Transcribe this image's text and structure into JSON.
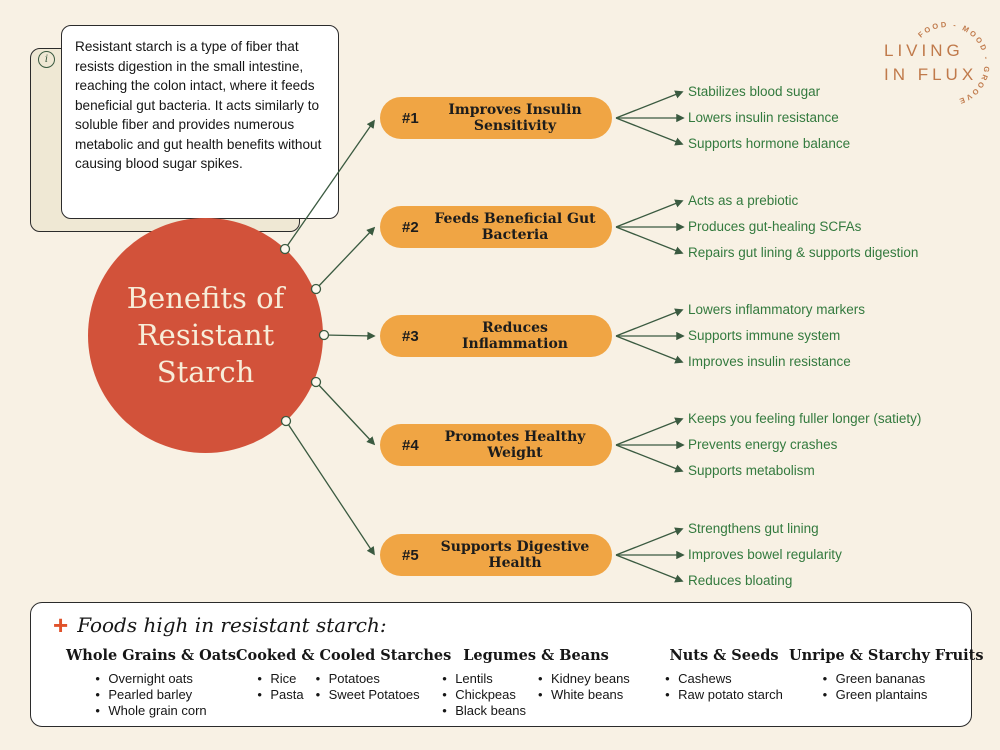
{
  "colors": {
    "background": "#F8F1E4",
    "central_circle": "#D2523A",
    "benefit_box": "#F0A544",
    "green_text": "#337A3E",
    "connector_line": "#3A5A40",
    "logo": "#C07A4B",
    "plus_accent": "#E0522B"
  },
  "info_box": {
    "text": "Resistant starch is a type of fiber that resists digestion in the small intestine, reaching the colon intact, where it feeds beneficial gut bacteria. It acts similarly to soluble fiber and provides numerous metabolic and gut health benefits without causing blood sugar spikes."
  },
  "logo": {
    "line1": "LIVING",
    "line2": "IN FLUX",
    "arc_text": "FOOD - MOOD - GROOVE"
  },
  "central": {
    "title": "Benefits of Resistant Starch"
  },
  "benefits": [
    {
      "number": "#1",
      "title": "Improves Insulin Sensitivity",
      "points": [
        "Stabilizes blood sugar",
        "Lowers insulin resistance",
        "Supports hormone balance"
      ]
    },
    {
      "number": "#2",
      "title": "Feeds Beneficial Gut Bacteria",
      "points": [
        "Acts as a prebiotic",
        "Produces gut-healing SCFAs",
        "Repairs gut lining & supports digestion"
      ]
    },
    {
      "number": "#3",
      "title": "Reduces Inflammation",
      "points": [
        "Lowers inflammatory markers",
        "Supports immune system",
        "Improves insulin resistance"
      ]
    },
    {
      "number": "#4",
      "title": "Promotes Healthy Weight",
      "points": [
        "Keeps you feeling fuller longer (satiety)",
        "Prevents energy crashes",
        "Supports metabolism"
      ]
    },
    {
      "number": "#5",
      "title": "Supports Digestive Health",
      "points": [
        "Strengthens gut lining",
        "Improves bowel regularity",
        "Reduces bloating"
      ]
    }
  ],
  "foods": {
    "title": "Foods high in resistant starch:",
    "columns": [
      {
        "title": "Whole Grains & Oats",
        "lists": [
          [
            "Overnight oats",
            "Pearled barley",
            "Whole grain corn"
          ]
        ]
      },
      {
        "title": "Cooked & Cooled Starches",
        "lists": [
          [
            "Rice",
            "Pasta"
          ],
          [
            "Potatoes",
            "Sweet Potatoes"
          ]
        ]
      },
      {
        "title": "Legumes & Beans",
        "lists": [
          [
            "Lentils",
            "Chickpeas",
            "Black beans"
          ],
          [
            "Kidney beans",
            "White beans"
          ]
        ]
      },
      {
        "title": "Nuts & Seeds",
        "lists": [
          [
            "Cashews",
            "Raw potato starch"
          ]
        ]
      },
      {
        "title": "Unripe & Starchy Fruits",
        "lists": [
          [
            "Green bananas",
            "Green plantains"
          ]
        ]
      }
    ]
  }
}
